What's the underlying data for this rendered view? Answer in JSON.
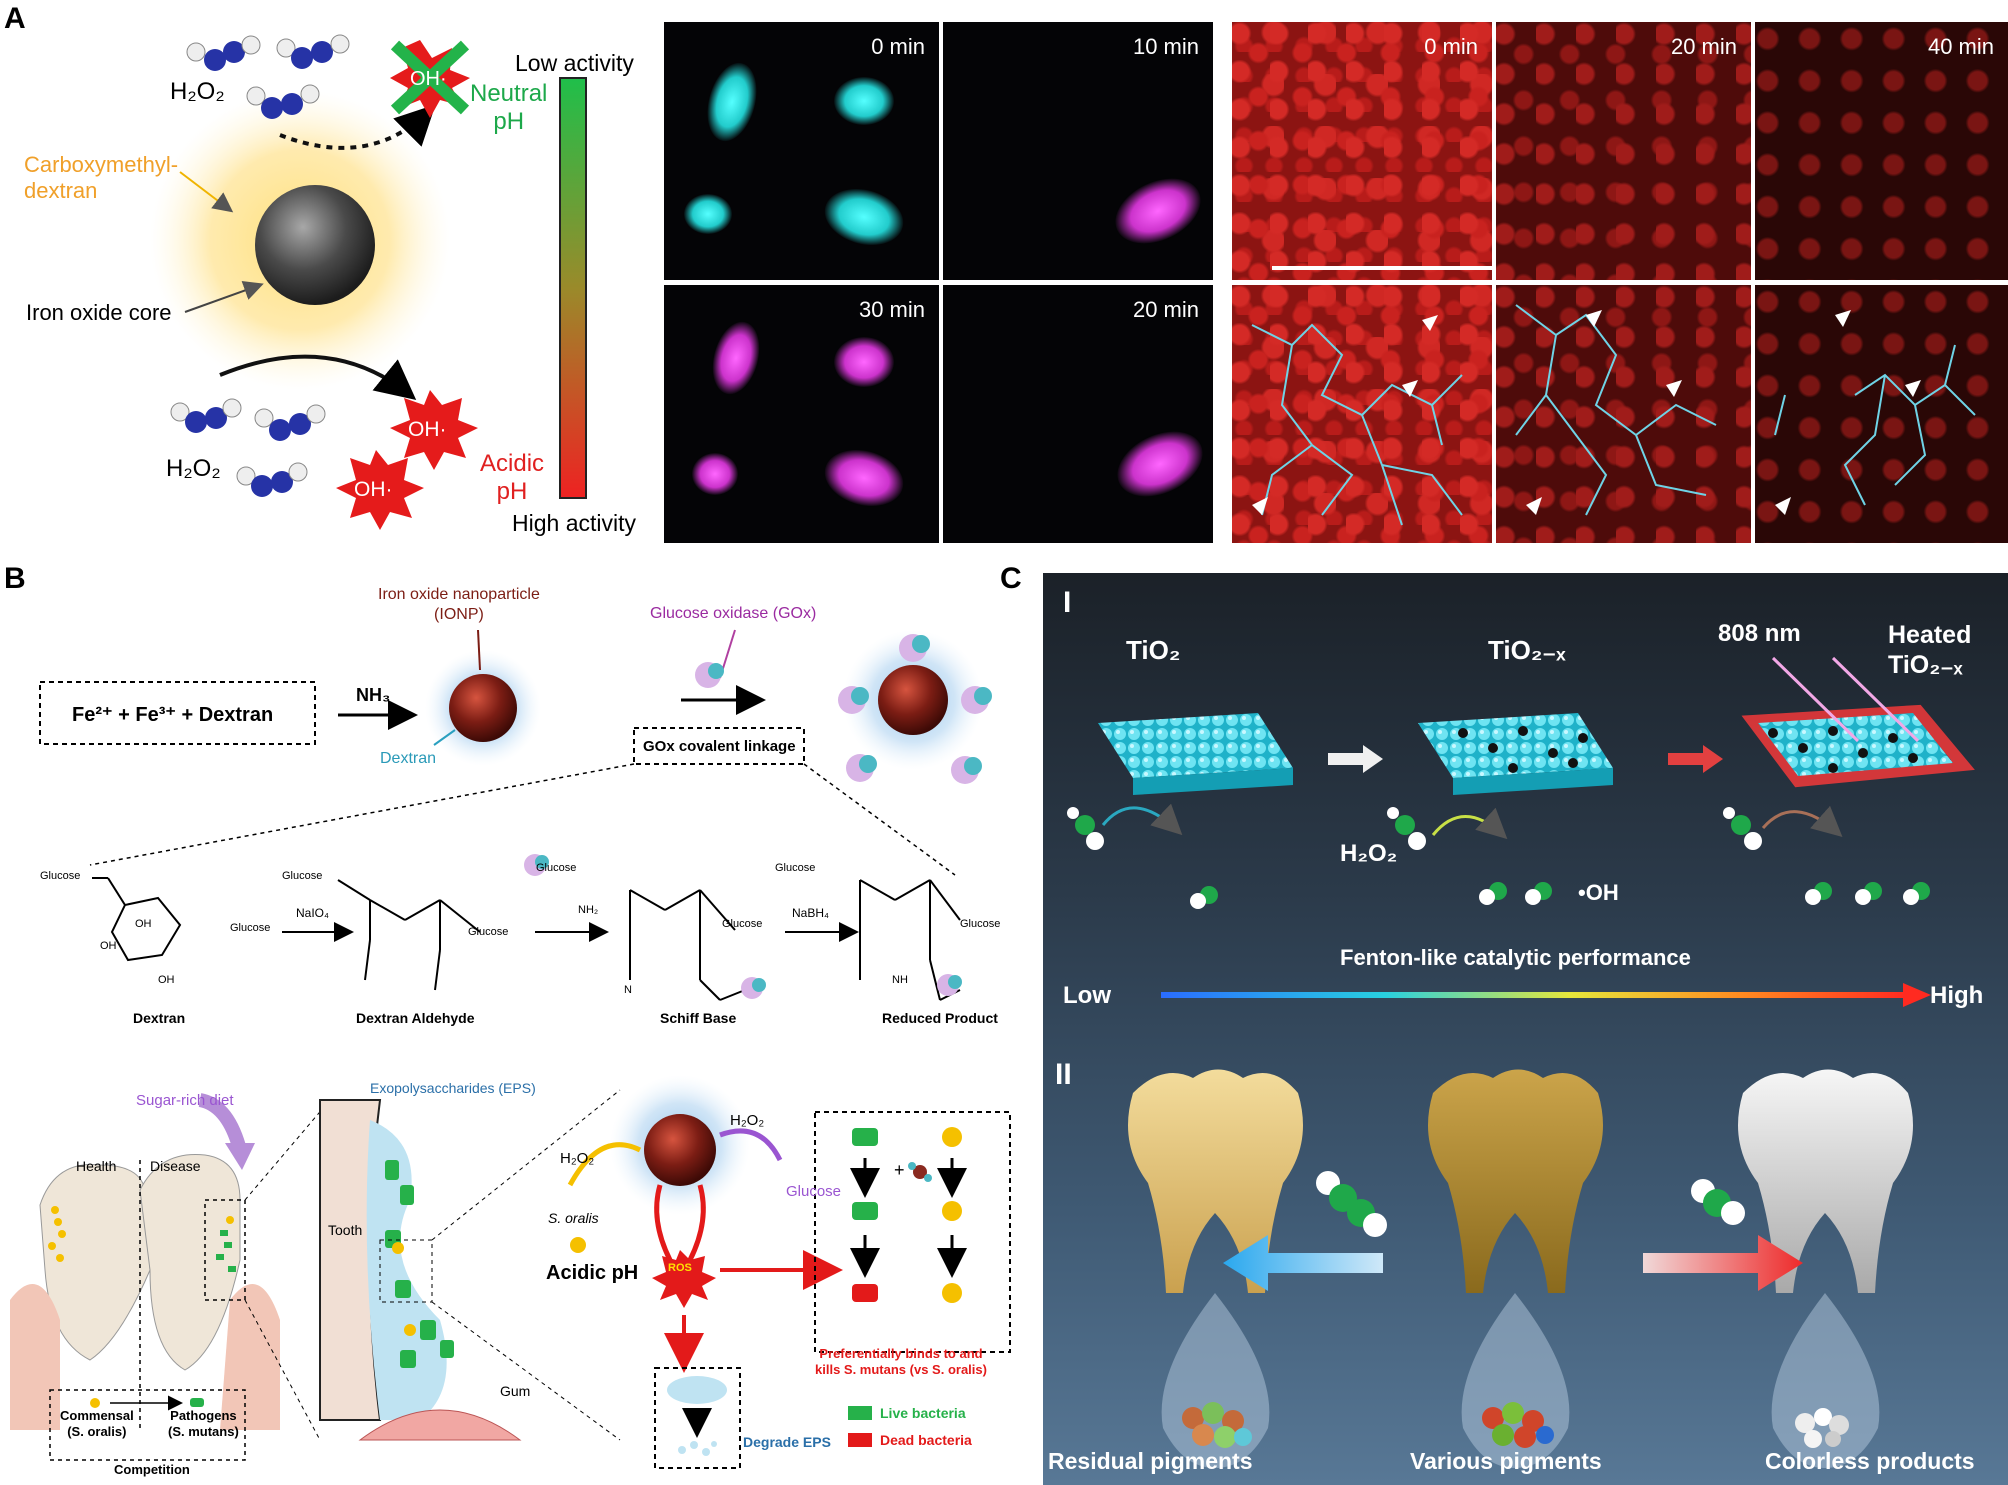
{
  "panelA": {
    "letter": "A",
    "h2o2": "H₂O₂",
    "oh": "OH·",
    "neutral": "Neutral\npH",
    "acidic": "Acidic\npH",
    "carboxy": "Carboxymethyl-\ndextran",
    "core": "Iron oxide core",
    "low_activity": "Low activity",
    "high_activity": "High activity",
    "times1": [
      "0 min",
      "10 min",
      "30 min",
      "20 min"
    ],
    "times2": [
      "0 min",
      "20 min",
      "40 min"
    ]
  },
  "panelB": {
    "letter": "B",
    "ionp": "Iron oxide nanoparticle\n(IONP)",
    "gox": "Glucose oxidase (GOx)",
    "reactants": "Fe²⁺ + Fe³⁺ + Dextran",
    "nh3": "NH₃",
    "dextran_label": "Dextran",
    "linkage": "GOx covalent linkage",
    "glucose": "Glucose",
    "naio4": "NaIO₄",
    "nh2": "NH₂",
    "nabh4": "NaBH₄",
    "oh_small": "OH",
    "nh_small": "NH",
    "n_small": "N",
    "steps": [
      "Dextran",
      "Dextran Aldehyde",
      "Schiff Base",
      "Reduced Product"
    ],
    "sugar_diet": "Sugar-rich diet",
    "health": "Health",
    "disease": "Disease",
    "eps": "Exopolysaccharides (EPS)",
    "tooth": "Tooth",
    "gum": "Gum",
    "h2o2": "H₂O₂",
    "s_oralis": "S. oralis",
    "acidic_ph": "Acidic pH",
    "ros": "ROS",
    "plus": "+",
    "commensal": "Commensal\n(S. oralis)",
    "pathogens": "Pathogens\n(S. mutans)",
    "competition": "Competition",
    "preferential": "Preferentially binds to and\nkills S. mutans (vs S. oralis)",
    "degrade": "Degrade EPS",
    "live": "Live bacteria",
    "dead": "Dead  bacteria"
  },
  "panelC": {
    "letter": "C",
    "section1": "I",
    "section2": "II",
    "tio2": "TiO₂",
    "tio2x": "TiO₂₋ₓ",
    "laser": "808 nm",
    "heated": "Heated\nTiO₂₋ₓ",
    "h2o2": "H₂O₂",
    "oh": "•OH",
    "fenton": "Fenton-like catalytic performance",
    "low": "Low",
    "high": "High",
    "residual": "Residual pigments",
    "various": "Various pigments",
    "colorless": "Colorless products"
  }
}
